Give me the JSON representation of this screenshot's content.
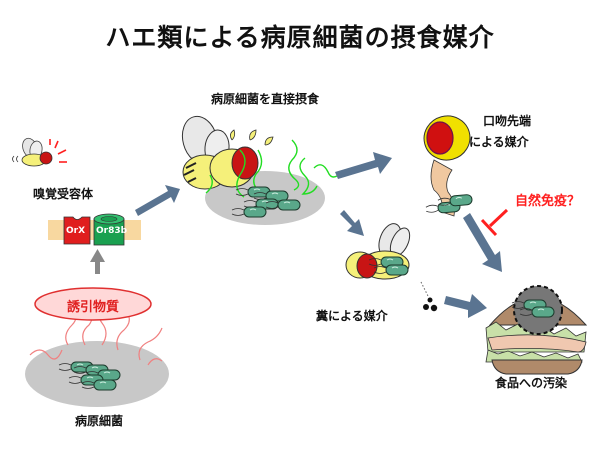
{
  "title": "ハエ類による病原細菌の摂食媒介",
  "labels": {
    "olfactory_receptor": "嗅覚受容体",
    "orx": "OrX",
    "or83b": "Or83b",
    "attractant": "誘引物質",
    "pathogen": "病原細菌",
    "direct_feeding": "病原細菌を直接摂食",
    "proboscis_line1": "口吻先端",
    "proboscis_line2": "による媒介",
    "innate_immunity": "自然免疫？",
    "feces": "糞による媒介",
    "food_contamination": "食品への汚染"
  },
  "colors": {
    "arrow": "#5a7491",
    "inhibit": "#ff2020",
    "dish": "#c8c8c8",
    "bacteria": "#5aa88a",
    "fly_body": "#f5f07a",
    "fly_eye": "#c81414",
    "orx": "#e01e1e",
    "or83b": "#1aa050",
    "membrane": "#f8d8a0",
    "attractant_fill": "#ffd8d8",
    "attractant_stroke": "#e03030"
  }
}
